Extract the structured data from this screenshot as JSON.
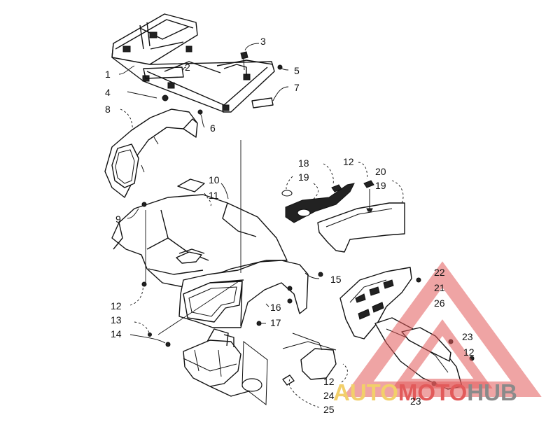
{
  "watermark": {
    "word_auto": "AUTO",
    "word_moto": "MOTO",
    "word_hub": "HUB",
    "color_auto": "#f2cf6a",
    "color_moto": "#e25a5a",
    "color_hub": "#8a8a8a",
    "color_triangle": "#e25a5a"
  },
  "callouts": [
    {
      "id": "c1",
      "text": "1"
    },
    {
      "id": "c2",
      "text": "2"
    },
    {
      "id": "c3",
      "text": "3"
    },
    {
      "id": "c4",
      "text": "4"
    },
    {
      "id": "c5",
      "text": "5"
    },
    {
      "id": "c6",
      "text": "6"
    },
    {
      "id": "c7",
      "text": "7"
    },
    {
      "id": "c8",
      "text": "8"
    },
    {
      "id": "c9",
      "text": "9"
    },
    {
      "id": "c10",
      "text": "10"
    },
    {
      "id": "c11",
      "text": "11"
    },
    {
      "id": "c12a",
      "text": "12"
    },
    {
      "id": "c12b",
      "text": "12"
    },
    {
      "id": "c12c",
      "text": "12"
    },
    {
      "id": "c12d",
      "text": "12"
    },
    {
      "id": "c13",
      "text": "13"
    },
    {
      "id": "c14",
      "text": "14"
    },
    {
      "id": "c15",
      "text": "15"
    },
    {
      "id": "c16",
      "text": "16"
    },
    {
      "id": "c17",
      "text": "17"
    },
    {
      "id": "c18",
      "text": "18"
    },
    {
      "id": "c19a",
      "text": "19"
    },
    {
      "id": "c19b",
      "text": "19"
    },
    {
      "id": "c20",
      "text": "20"
    },
    {
      "id": "c21",
      "text": "21"
    },
    {
      "id": "c22",
      "text": "22"
    },
    {
      "id": "c23a",
      "text": "23"
    },
    {
      "id": "c23b",
      "text": "23"
    },
    {
      "id": "c24",
      "text": "24"
    },
    {
      "id": "c25",
      "text": "25"
    },
    {
      "id": "c26",
      "text": "26"
    }
  ]
}
